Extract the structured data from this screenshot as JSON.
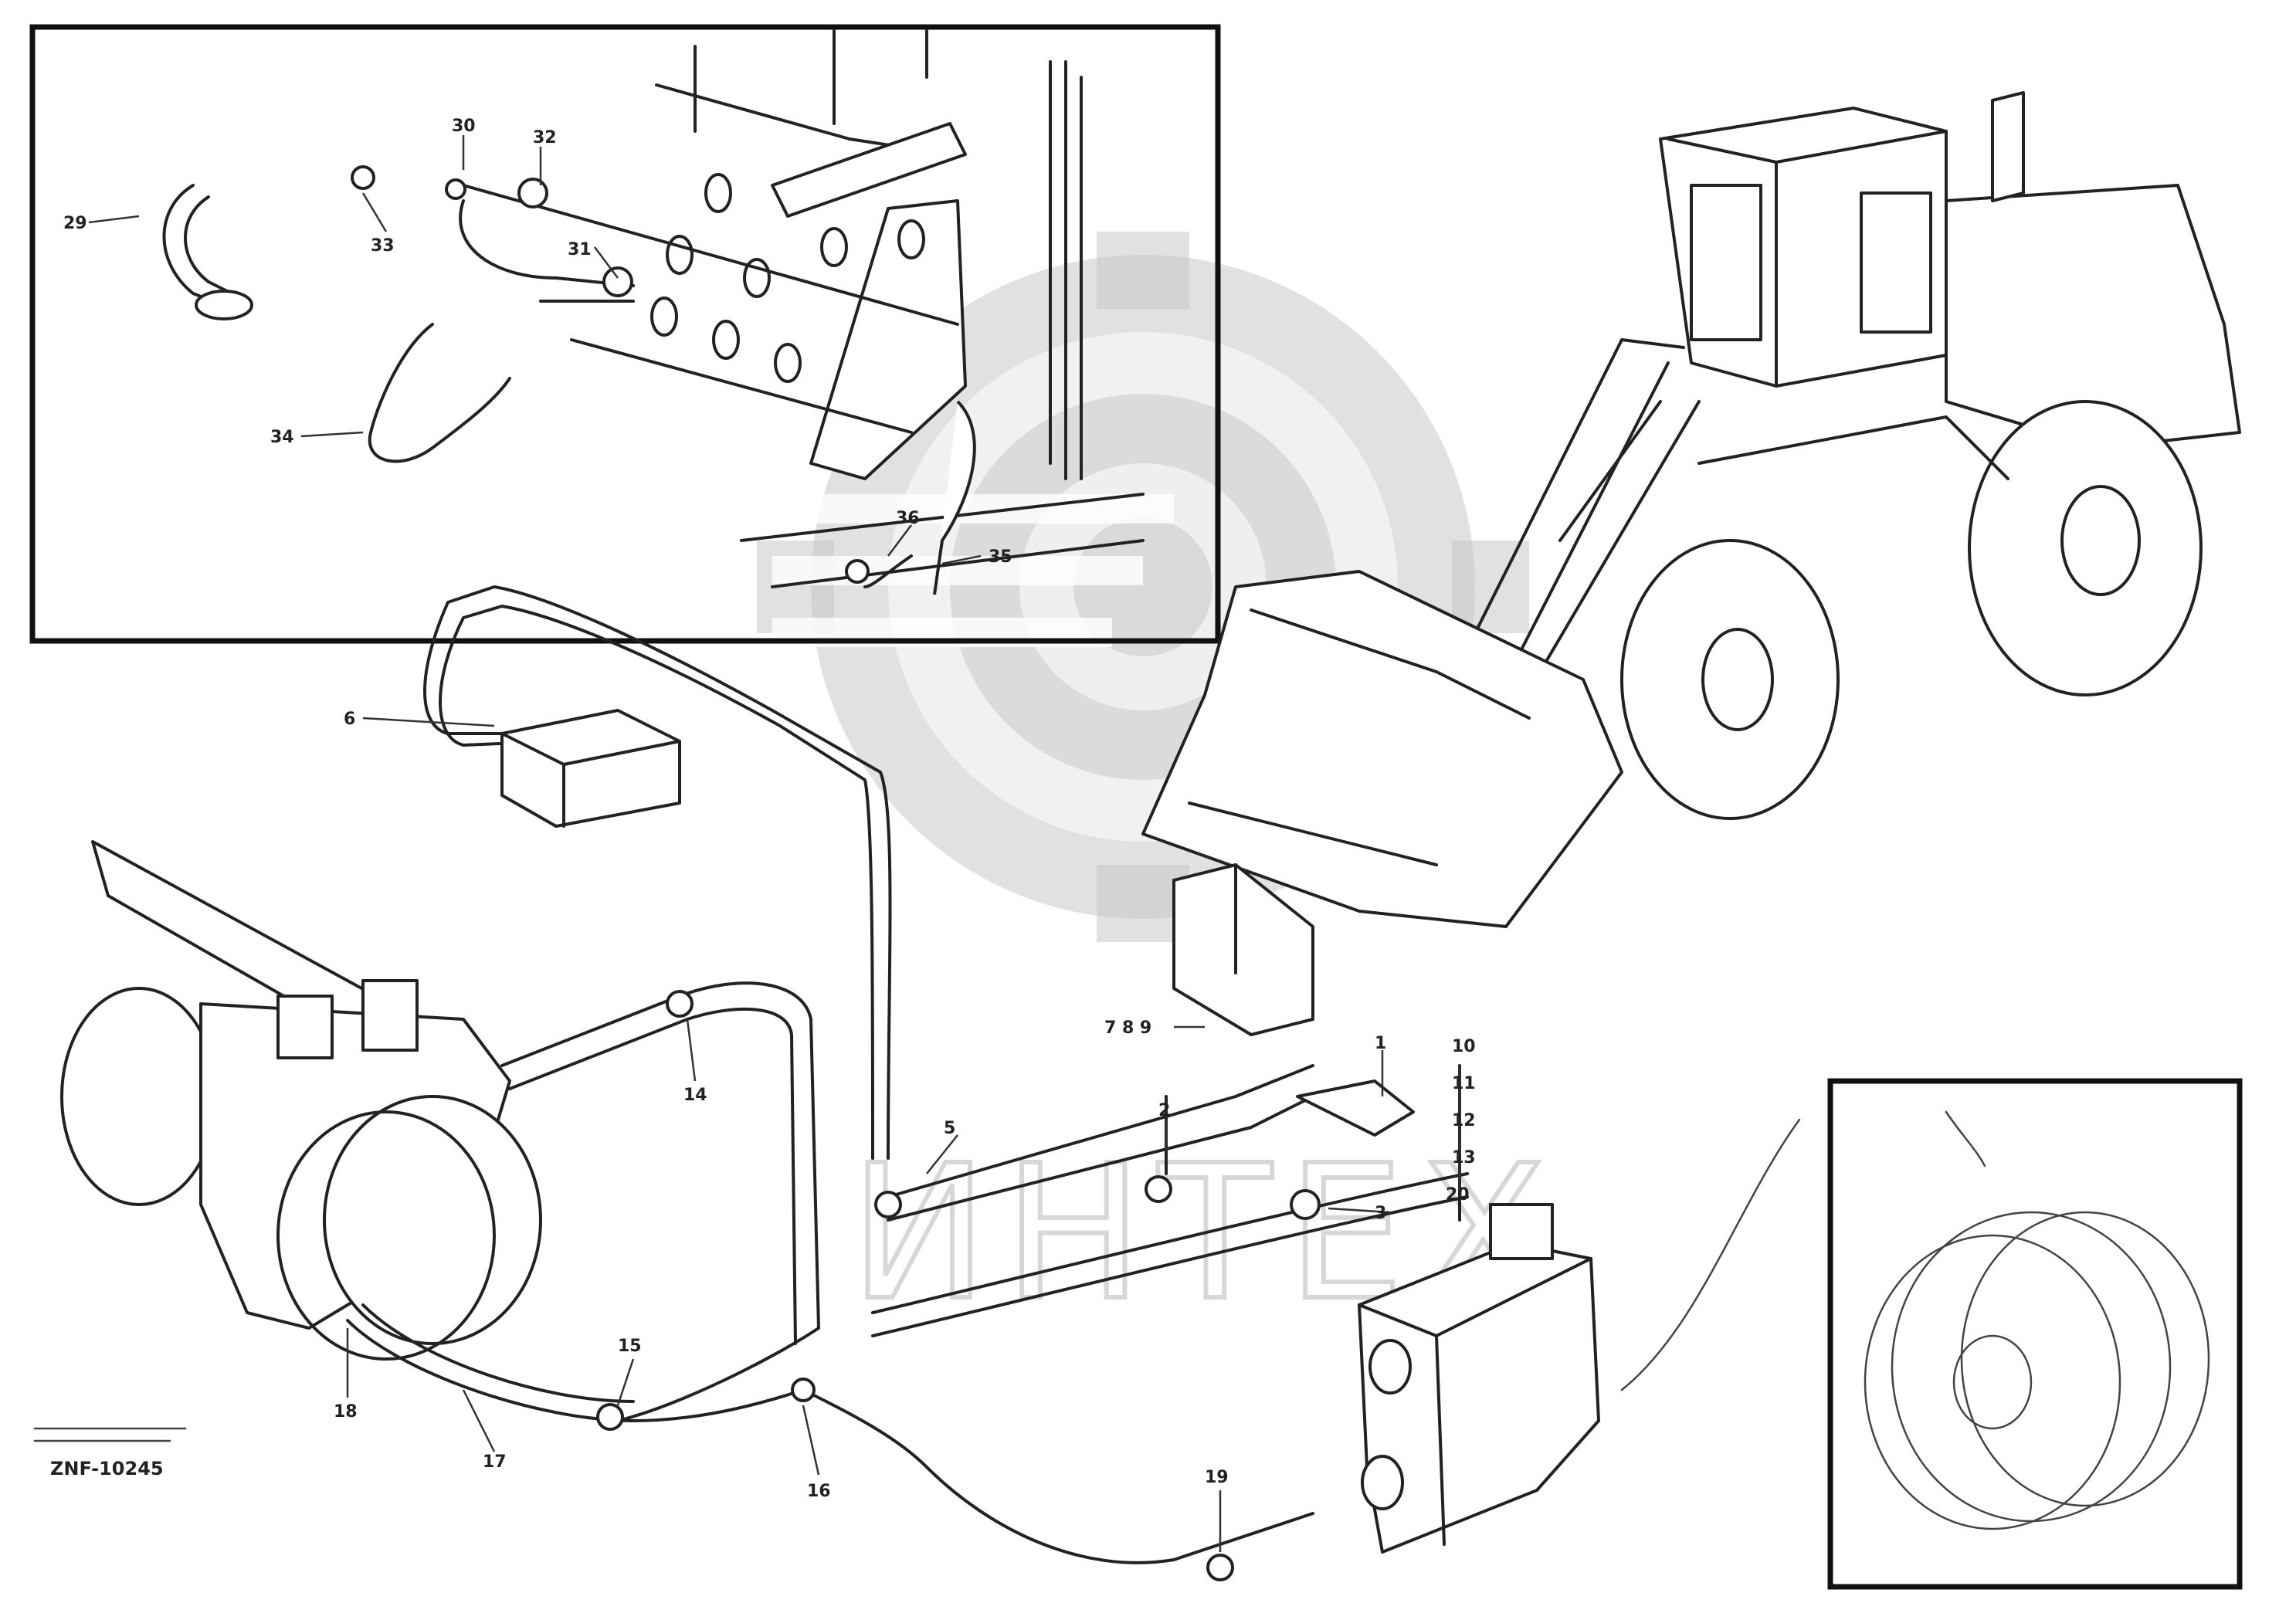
{
  "diagram": {
    "watermark_text": "ИНТЕХ",
    "drawing_id": "ZNF-10245",
    "colors": {
      "line": "#222222",
      "watermark": "#c9c9c9",
      "background": "#ffffff"
    },
    "callouts": [
      {
        "id": "c29",
        "label": "29"
      },
      {
        "id": "c30",
        "label": "30"
      },
      {
        "id": "c32",
        "label": "32"
      },
      {
        "id": "c33",
        "label": "33"
      },
      {
        "id": "c31",
        "label": "31"
      },
      {
        "id": "c34",
        "label": "34"
      },
      {
        "id": "c35",
        "label": "35"
      },
      {
        "id": "c36",
        "label": "36"
      },
      {
        "id": "c6",
        "label": "6"
      },
      {
        "id": "c789",
        "label": "7 8 9"
      },
      {
        "id": "c1",
        "label": "1"
      },
      {
        "id": "c10",
        "label": "10"
      },
      {
        "id": "c11",
        "label": "11"
      },
      {
        "id": "c12",
        "label": "12"
      },
      {
        "id": "c13",
        "label": "13"
      },
      {
        "id": "c2",
        "label": "2"
      },
      {
        "id": "c3",
        "label": "3"
      },
      {
        "id": "c5",
        "label": "5"
      },
      {
        "id": "c14",
        "label": "14"
      },
      {
        "id": "c15",
        "label": "15"
      },
      {
        "id": "c16",
        "label": "16"
      },
      {
        "id": "c17",
        "label": "17"
      },
      {
        "id": "c18",
        "label": "18"
      },
      {
        "id": "c19",
        "label": "19"
      },
      {
        "id": "c20",
        "label": "20"
      }
    ]
  }
}
